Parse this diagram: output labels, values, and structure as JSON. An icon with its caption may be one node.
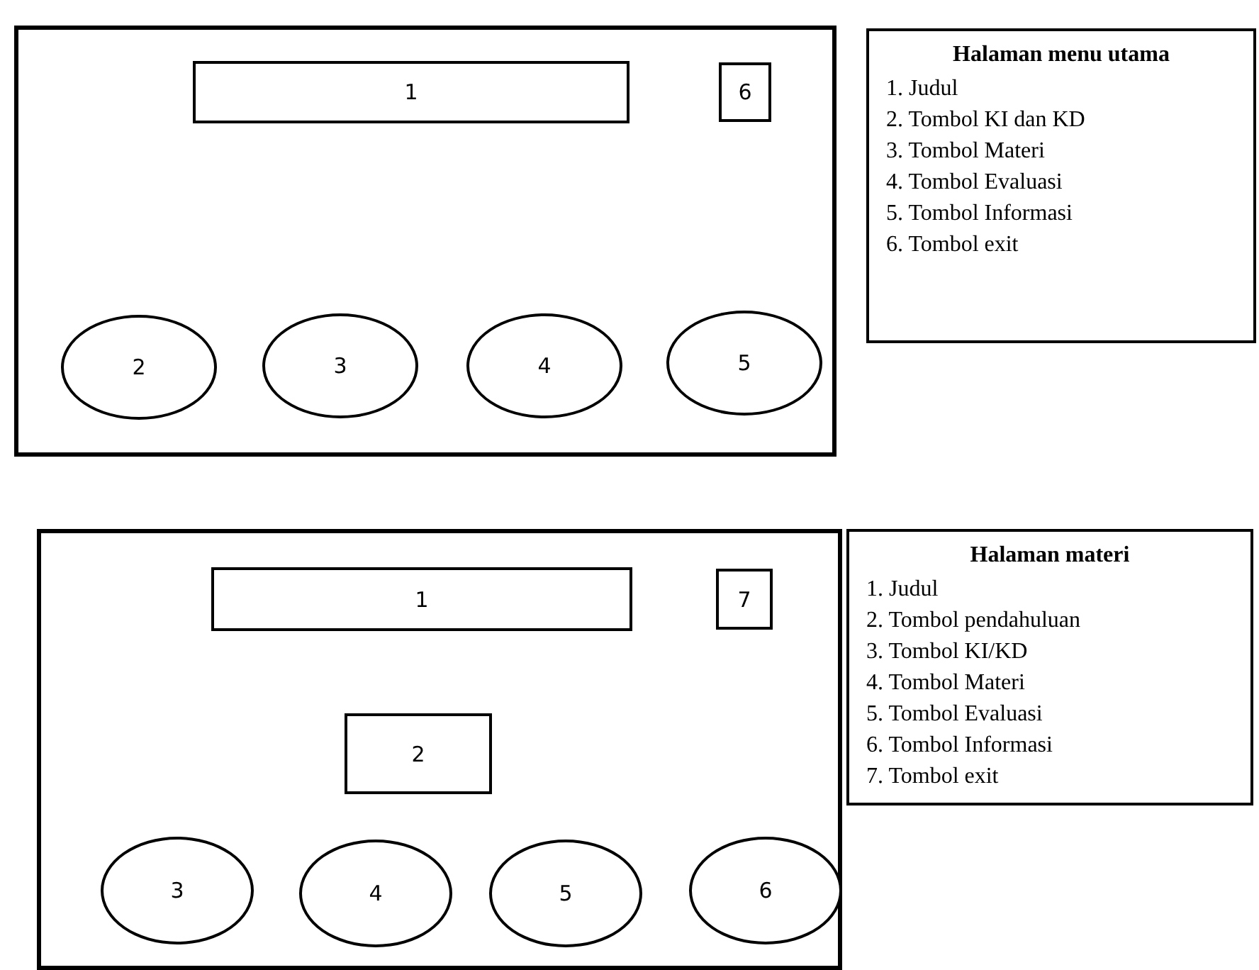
{
  "diagram": {
    "nodes": [
      {
        "text": [],
        "shape": "box"
      },
      {
        "text": [
          "1"
        ],
        "in": 0
      },
      {
        "text": [
          "6"
        ],
        "in": 0
      },
      {
        "text": [
          "2"
        ],
        "in": 0
      },
      {
        "text": [
          "3"
        ],
        "in": 0
      },
      {
        "text": [
          "4"
        ],
        "in": 0
      },
      {
        "text": [
          "5"
        ],
        "in": 0
      },
      {
        "text": [
          "Halaman menu utama",
          "1. Judul",
          "2. Tombol KI dan KD",
          "3. Tombol Materi",
          "4. Tombol Evaluasi",
          "5. Tombol Informasi",
          "6. Tombol exit"
        ]
      },
      {
        "text": [],
        "shape": "box"
      },
      {
        "text": [
          "1"
        ],
        "in": 8
      },
      {
        "text": [
          "7"
        ],
        "in": 8
      },
      {
        "text": [
          "2"
        ],
        "in": 8
      },
      {
        "text": [
          "3"
        ],
        "in": 8
      },
      {
        "text": [
          "4"
        ],
        "in": 8
      },
      {
        "text": [
          "5"
        ],
        "in": 8
      },
      {
        "text": [
          "6"
        ],
        "in": 8
      },
      {
        "text": [
          "Halaman materi",
          "1. Judul",
          "2. Tombol pendahuluan",
          "3. Tombol KI/KD",
          "4. Tombol Materi",
          "5. Tombol Evaluasi",
          "6. Tombol Informasi",
          "7. Tombol exit"
        ]
      }
    ],
    "edges": []
  }
}
